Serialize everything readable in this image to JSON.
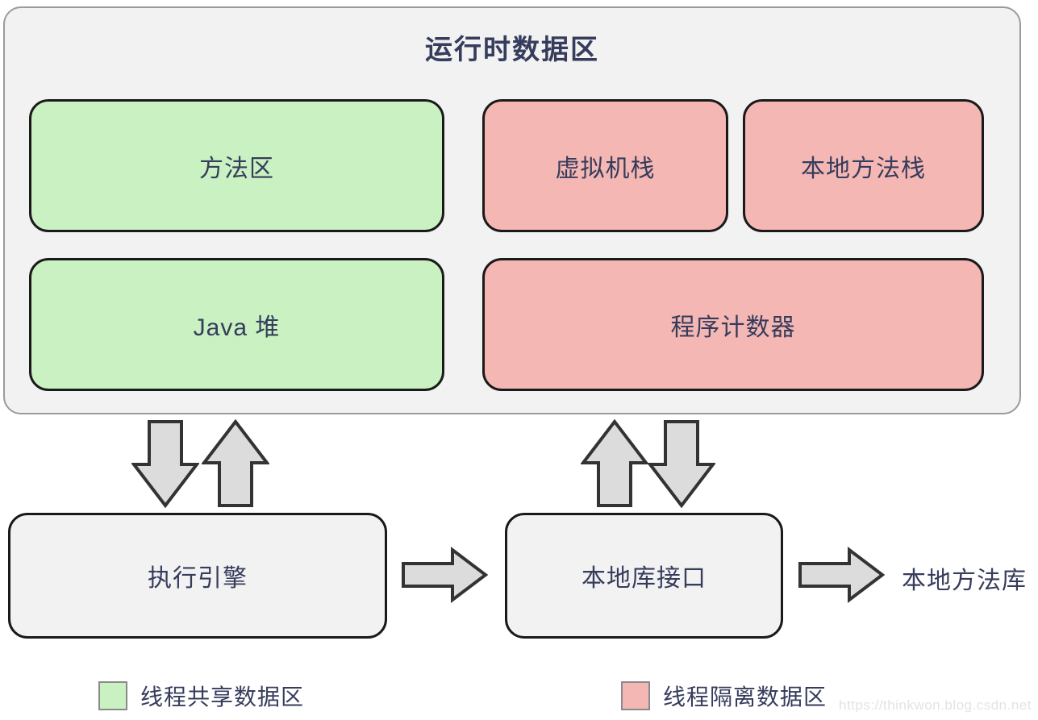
{
  "diagram": {
    "title": "运行时数据区",
    "boxes": {
      "method_area": "方法区",
      "vm_stack": "虚拟机栈",
      "native_method_stack": "本地方法栈",
      "java_heap": "Java 堆",
      "program_counter": "程序计数器",
      "execution_engine": "执行引擎",
      "native_library_interface": "本地库接口",
      "native_method_library": "本地方法库"
    },
    "legend": {
      "shared": {
        "label": "线程共享数据区",
        "color": "#c9f1c1"
      },
      "isolated": {
        "label": "线程隔离数据区",
        "color": "#f4b7b3"
      }
    },
    "watermark": "https://thinkwon.blog.csdn.net",
    "colors": {
      "shared_fill": "#c9f1c1",
      "isolated_fill": "#f4b7b3",
      "container_fill": "#f2f2f2",
      "engine_fill": "#f2f2f2",
      "box_border": "#1a1a1a",
      "container_border": "#9a9a9a",
      "text": "#363c5c",
      "arrow_fill": "#dcdcdc",
      "arrow_stroke": "#333333",
      "watermark": "#e3e3e3",
      "page_bg": "#ffffff"
    }
  }
}
